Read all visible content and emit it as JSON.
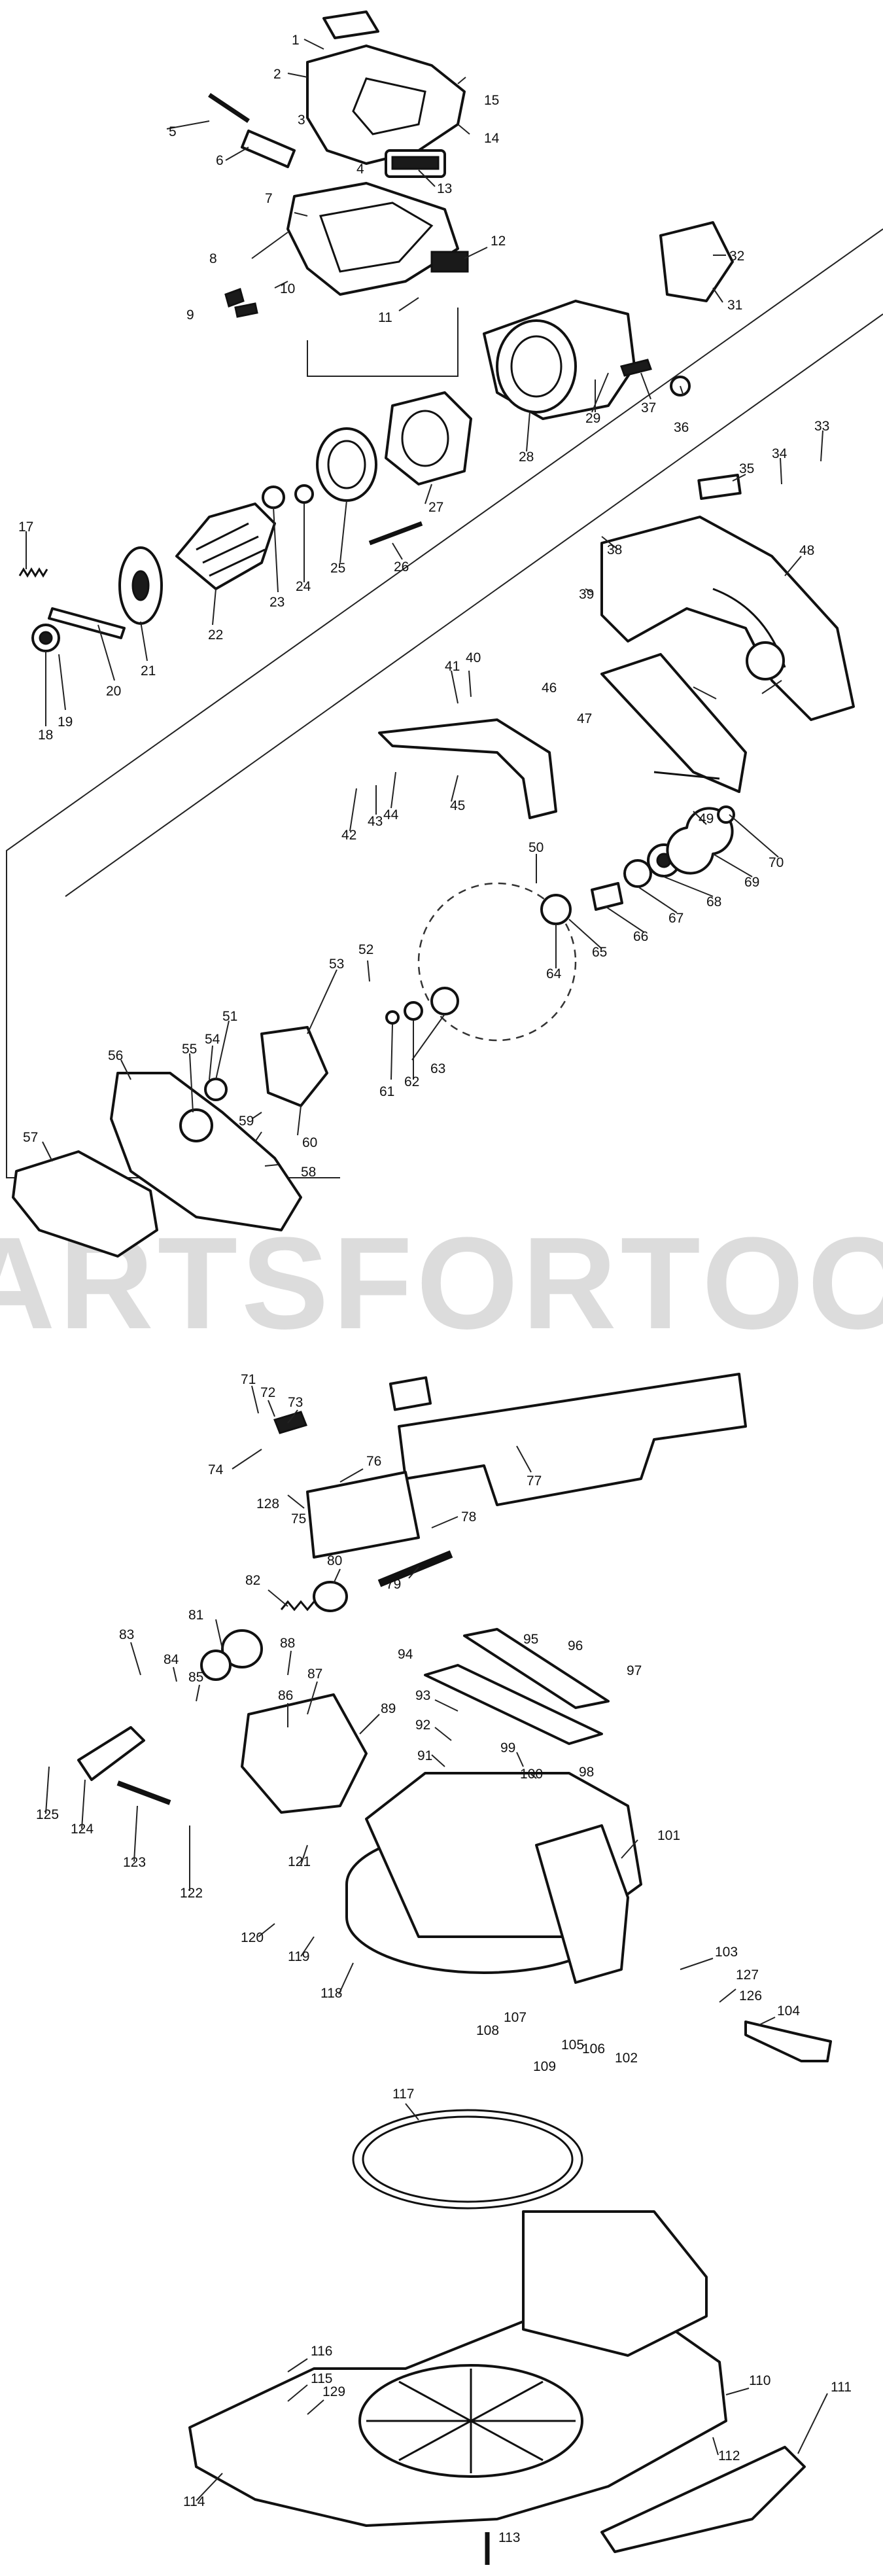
{
  "watermark": "ARTSFORTOOLS.",
  "callouts": [
    "1",
    "2",
    "3",
    "4",
    "5",
    "6",
    "7",
    "8",
    "9",
    "10",
    "11",
    "12",
    "13",
    "14",
    "15",
    "17",
    "18",
    "19",
    "20",
    "21",
    "22",
    "23",
    "24",
    "25",
    "26",
    "27",
    "28",
    "29",
    "31",
    "32",
    "33",
    "34",
    "35",
    "36",
    "37",
    "38",
    "39",
    "40",
    "41",
    "42",
    "43",
    "44",
    "45",
    "46",
    "47",
    "48",
    "49",
    "50",
    "51",
    "52",
    "53",
    "54",
    "55",
    "56",
    "57",
    "58",
    "59",
    "60",
    "61",
    "62",
    "63",
    "64",
    "65",
    "66",
    "67",
    "68",
    "69",
    "70",
    "71",
    "72",
    "73",
    "74",
    "75",
    "76",
    "77",
    "78",
    "79",
    "80",
    "81",
    "82",
    "83",
    "84",
    "85",
    "86",
    "87",
    "88",
    "89",
    "91",
    "92",
    "93",
    "94",
    "95",
    "96",
    "97",
    "98",
    "99",
    "100",
    "101",
    "102",
    "103",
    "104",
    "105",
    "106",
    "107",
    "108",
    "109",
    "110",
    "111",
    "112",
    "113",
    "114",
    "115",
    "116",
    "117",
    "118",
    "119",
    "120",
    "121",
    "122",
    "123",
    "124",
    "125",
    "126",
    "127",
    "128",
    "129"
  ]
}
